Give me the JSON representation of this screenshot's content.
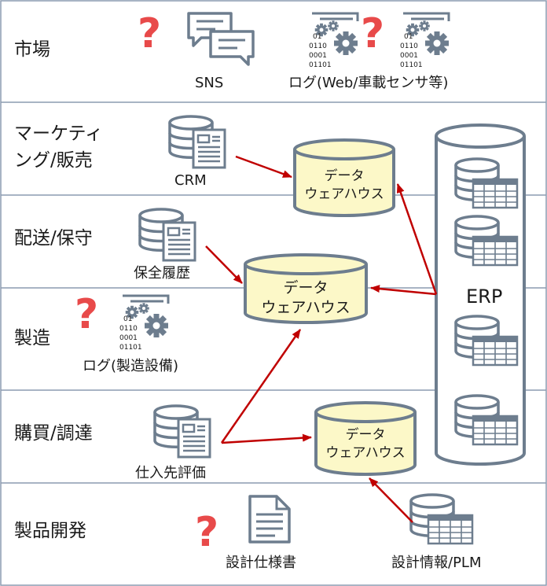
{
  "lanes": [
    {
      "label": "市場"
    },
    {
      "label_line1": "マーケティ",
      "label_line2": "ング/販売"
    },
    {
      "label": "配送/保守"
    },
    {
      "label": "製造"
    },
    {
      "label": "購買/調達"
    },
    {
      "label": "製品開発"
    }
  ],
  "sources": {
    "sns": "SNS",
    "log_web": "ログ(Web/車載センサ等)",
    "crm": "CRM",
    "maintenance": "保全履歴",
    "log_mfg": "ログ(製造設備)",
    "supplier": "仕入先評価",
    "design_doc": "設計仕様書",
    "plm": "設計情報/PLM"
  },
  "log_digits": [
    "01",
    "0110",
    "0001",
    "01101"
  ],
  "question_mark": "?",
  "warehouses": {
    "top": {
      "line1": "データ",
      "line2": "ウェアハウス"
    },
    "center": {
      "line1": "データ",
      "line2": "ウェアハウス"
    },
    "bottom": {
      "line1": "データ",
      "line2": "ウェアハウス"
    }
  },
  "erp": {
    "label": "ERP"
  },
  "colors": {
    "grid": "#8c9bb0",
    "icon": "#6d7d8e",
    "arrow": "#c00000",
    "question": "#e84a4a",
    "warehouse_fill": "#fcf8c8"
  }
}
